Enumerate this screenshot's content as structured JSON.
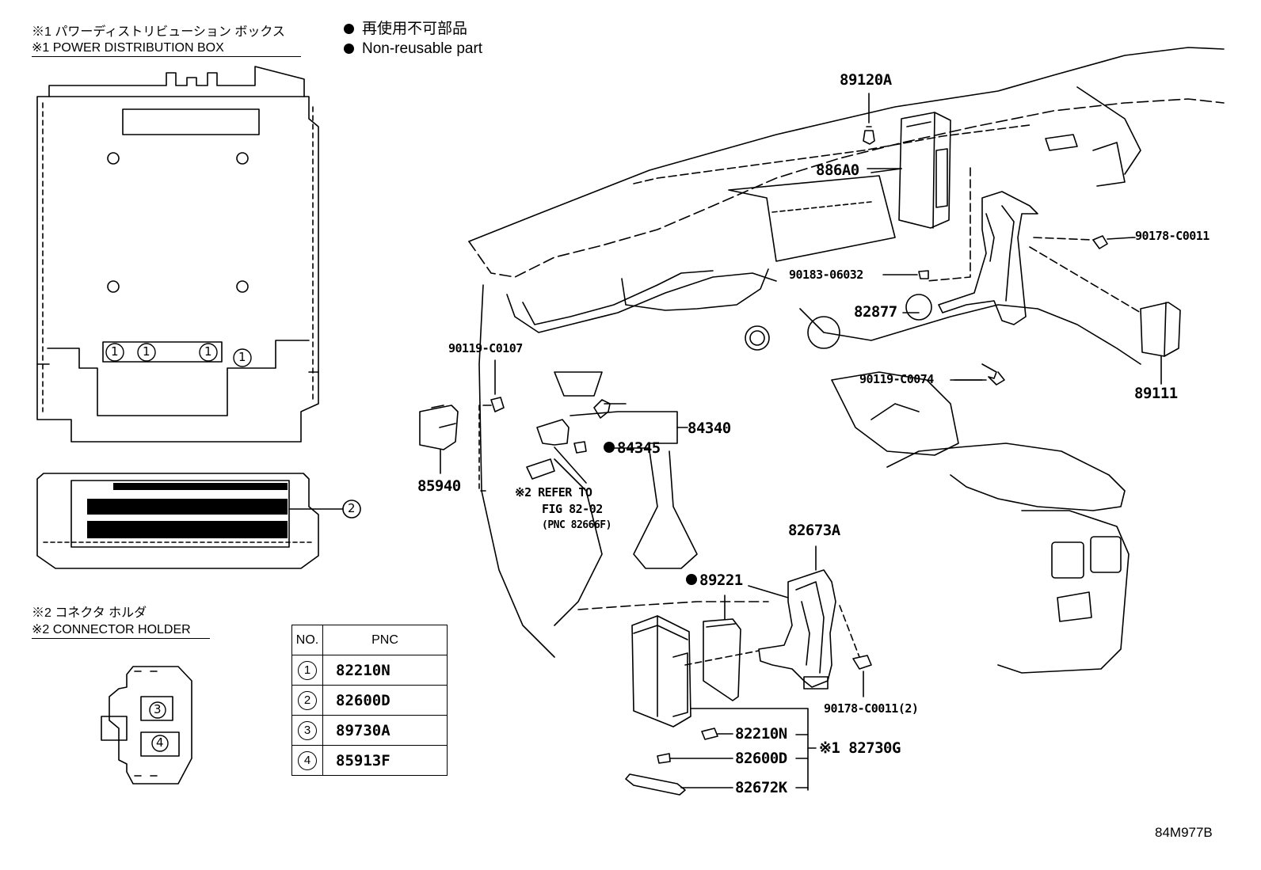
{
  "headers": {
    "pdb_jp": "※1  パワーディストリビューション ボックス",
    "pdb_en": "※1  POWER DISTRIBUTION BOX",
    "holder_jp": "※2 コネクタ ホルダ",
    "holder_en": "※2 CONNECTOR HOLDER"
  },
  "legend": {
    "jp": "再使用不可部品",
    "en": "Non-reusable part"
  },
  "pdb_callouts": [
    "1",
    "1",
    "1",
    "1",
    "2"
  ],
  "holder_callouts": [
    "3",
    "4"
  ],
  "table": {
    "col_no": "NO.",
    "col_pnc": "PNC",
    "rows": [
      {
        "no": "1",
        "pnc": "82210N"
      },
      {
        "no": "2",
        "pnc": "82600D"
      },
      {
        "no": "3",
        "pnc": "89730A"
      },
      {
        "no": "4",
        "pnc": "85913F"
      }
    ]
  },
  "parts": {
    "p89120A": "89120A",
    "p886A0": "886A0",
    "p90178_C0011": "90178-C0011",
    "p90183_06032": "90183-06032",
    "p82877": "82877",
    "p89111": "89111",
    "p90119_C0074": "90119-C0074",
    "p90119_C0107": "90119-C0107",
    "p85940": "85940",
    "p84340": "84340",
    "p84345": "84345",
    "p82673A": "82673A",
    "p89221": "89221",
    "p90178_C0011_2": "90178-C0011(2)",
    "p82210N": "82210N",
    "p82600D": "82600D",
    "p82672K": "82672K",
    "p82730G": "※1 82730G"
  },
  "refer": {
    "line1": "※2 REFER TO",
    "line2": "FIG 82-02",
    "line3": "(PNC 82666F)"
  },
  "figure_id": "84M977B",
  "non_reusable_parts": [
    "84345",
    "89221"
  ]
}
